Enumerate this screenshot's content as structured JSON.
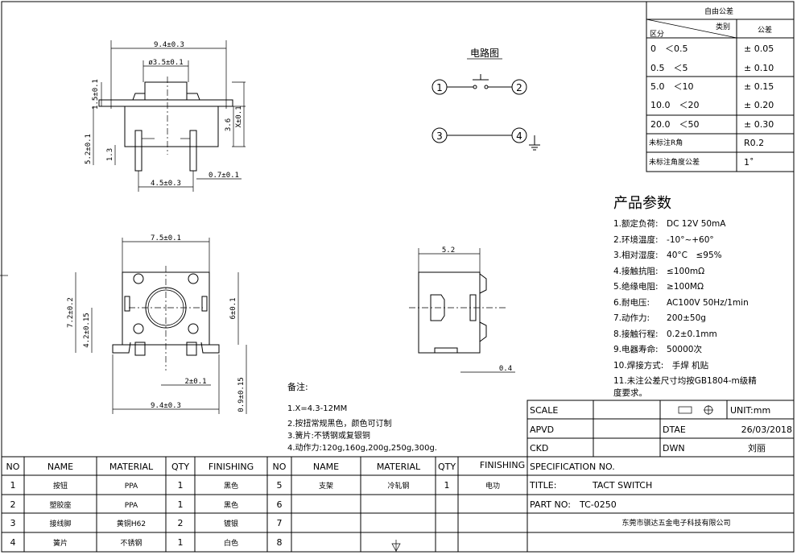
{
  "tolerance_table": {
    "title": "自由公差",
    "header_category": "类别",
    "header_zone": "区分",
    "header_tol": "公差",
    "rows": [
      {
        "range": "0　＜0.5",
        "tol": "± 0.05"
      },
      {
        "range": "0.5　＜5",
        "tol": "± 0.10"
      },
      {
        "range": "5.0　＜10",
        "tol": "± 0.15"
      },
      {
        "range": "10.0　＜20",
        "tol": "± 0.20"
      },
      {
        "range": "20.0　＜50",
        "tol": "± 0.30"
      }
    ],
    "r_label": "未标注R角",
    "r_value": "R0.2",
    "angle_label": "未标注角度公差",
    "angle_value": "1˚"
  },
  "circuit": {
    "title": "电路图",
    "pins": [
      "1",
      "2",
      "3",
      "4"
    ]
  },
  "dims_top": {
    "width": "9.4±0.3",
    "inner": "ø3.5±0.1",
    "h1": "1.5±0.1",
    "h2": "3.6",
    "h3": "X±0.1",
    "h4": "5.2±0.1",
    "h5": "1.3",
    "pitch": "4.5±0.3",
    "leg": "0.7±0.1"
  },
  "dims_plan": {
    "width": "7.5±0.1",
    "h_outer": "7.2±0.2",
    "h_inner": "4.2±0.15",
    "h_right": "6±0.1",
    "pitch": "2±0.1",
    "total": "9.4±0.3",
    "foot": "0.9±0.15"
  },
  "dims_side": {
    "width": "5.2",
    "foot": "0.4"
  },
  "params": {
    "title": "产品参数",
    "items": [
      "1.额定负荷:　DC 12V 50mA",
      "2.环境温度:　-10°~+60°",
      "3.相对湿度:　40°C　≤95%",
      "4.接触抗阻:　≤100mΩ",
      "5.绝缘电阻:　≥100MΩ",
      "6.耐电压:　　AC100V 50Hz/1min",
      "7.动作力:　　200±50g",
      "8.接触行程:　0.2±0.1mm",
      "9.电器寿命:　50000次",
      "10.焊接方式:　手焊 机贴",
      "11.未注公差尺寸均按GB1804-m级精",
      "度要求。"
    ]
  },
  "notes": {
    "title": "备注:",
    "items": [
      "1.X=4.3-12MM",
      "2.按扭常规黑色，颜色可订制",
      "3.簧片:不锈钢或复银铜",
      "4.动作力:120g,160g,200g,250g,300g."
    ]
  },
  "title_block": {
    "scale_label": "SCALE",
    "unit_label": "UNIT:mm",
    "apvd_label": "APVD",
    "date_label": "DTAE",
    "date_value": "26/03/2018",
    "ckd_label": "CKD",
    "dwn_label": "DWN",
    "dwn_value": "刘丽",
    "spec_label": "SPECIFICATION NO.",
    "title_label": "TITLE:",
    "title_value": "TACT SWITCH",
    "part_label": "PART NO:",
    "part_value": "TC-0250",
    "company": "东莞市骐达五金电子科技有限公司"
  },
  "bom": {
    "headers": [
      "NO",
      "NAME",
      "MATERIAL",
      "QTY",
      "FINISHING"
    ],
    "left": [
      {
        "no": "1",
        "name": "按钮",
        "material": "PPA",
        "qty": "1",
        "finishing": "黑色"
      },
      {
        "no": "2",
        "name": "塑胶座",
        "material": "PPA",
        "qty": "1",
        "finishing": "黑色"
      },
      {
        "no": "3",
        "name": "接线脚",
        "material": "黄铜H62",
        "qty": "2",
        "finishing": "镀银"
      },
      {
        "no": "4",
        "name": "簧片",
        "material": "不锈钢",
        "qty": "1",
        "finishing": "白色"
      }
    ],
    "right": [
      {
        "no": "5",
        "name": "支架",
        "material": "冷轧钢",
        "qty": "1",
        "finishing": "电功"
      },
      {
        "no": "6",
        "name": "",
        "material": "",
        "qty": "",
        "finishing": ""
      },
      {
        "no": "7",
        "name": "",
        "material": "",
        "qty": "",
        "finishing": ""
      },
      {
        "no": "8",
        "name": "",
        "material": "",
        "qty": "",
        "finishing": ""
      }
    ]
  }
}
